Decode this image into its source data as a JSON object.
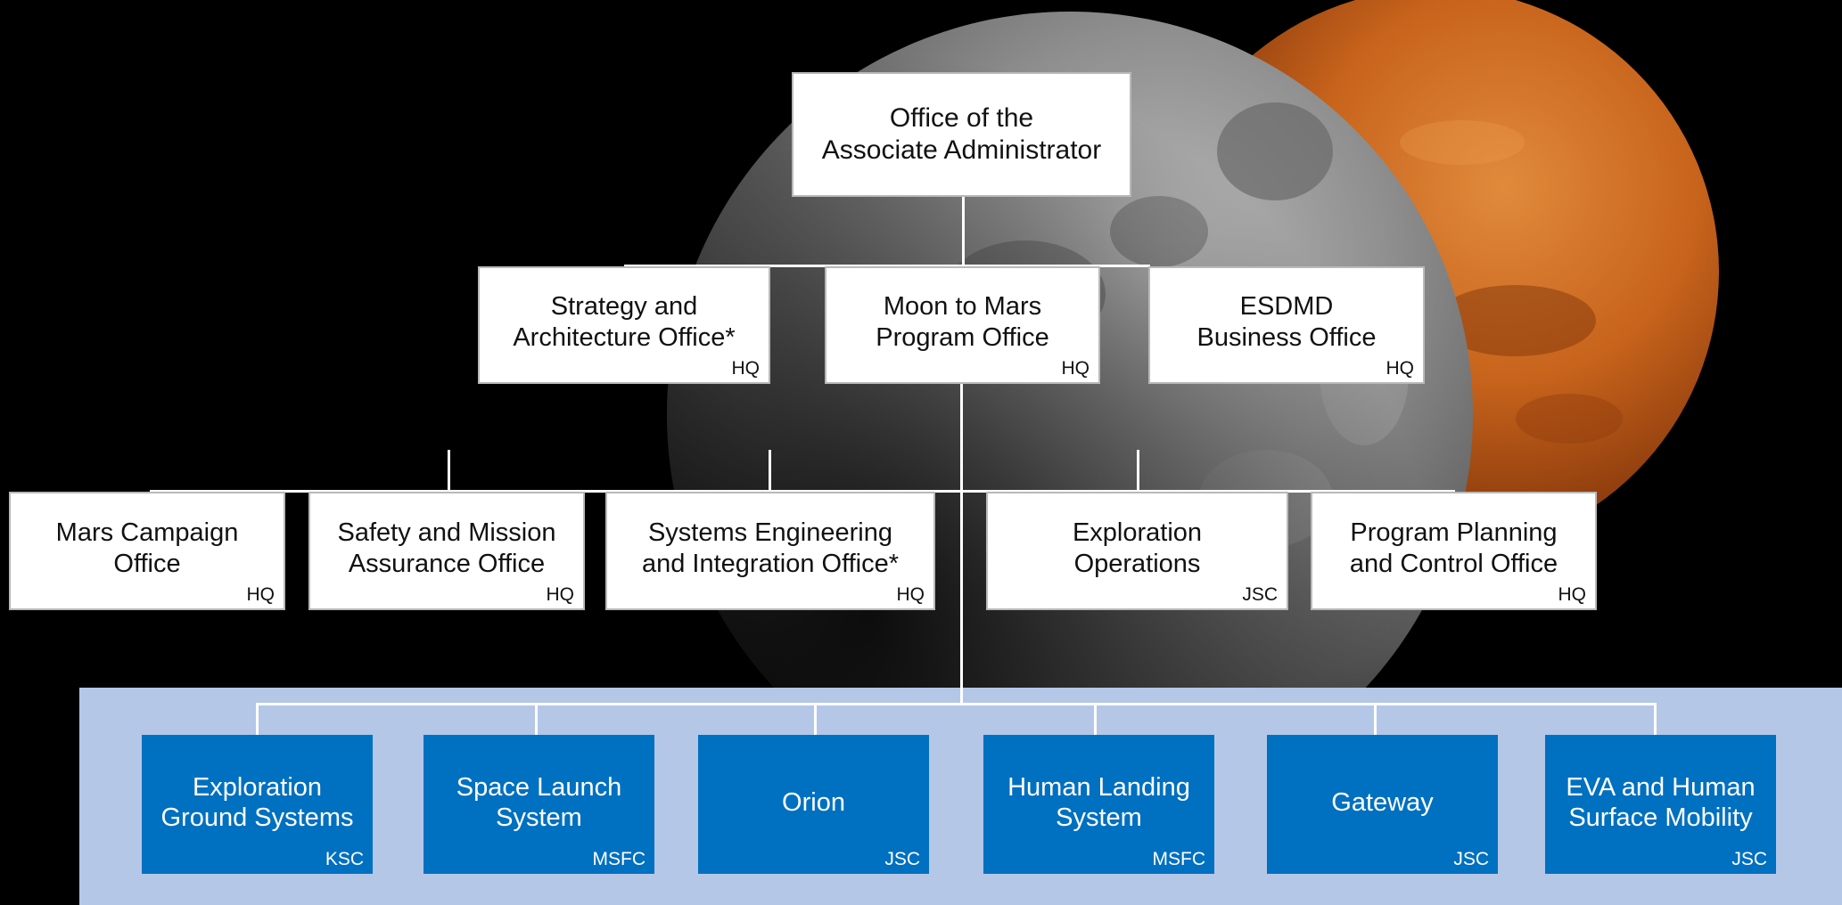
{
  "title_box": {
    "line1": "Office of the",
    "line2": "Associate Administrator"
  },
  "tier2": [
    {
      "line1": "Strategy and",
      "line2": "Architecture Office*",
      "center": "HQ"
    },
    {
      "line1": "Moon to Mars",
      "line2": "Program Office",
      "center": "HQ"
    },
    {
      "line1": "ESDMD",
      "line2": "Business Office",
      "center": "HQ"
    }
  ],
  "tier3": [
    {
      "line1": "Mars Campaign",
      "line2": "Office",
      "center": "HQ"
    },
    {
      "line1": "Safety and Mission",
      "line2": "Assurance Office",
      "center": "HQ"
    },
    {
      "line1": "Systems Engineering",
      "line2": "and Integration Office*",
      "center": "HQ"
    },
    {
      "line1": "Exploration",
      "line2": "Operations",
      "center": "JSC"
    },
    {
      "line1": "Program Planning",
      "line2": "and Control Office",
      "center": "HQ"
    }
  ],
  "programs": [
    {
      "line1": "Exploration",
      "line2": "Ground Systems",
      "center": "KSC"
    },
    {
      "line1": "Space Launch",
      "line2": "System",
      "center": "MSFC"
    },
    {
      "line1": "Orion",
      "line2": "",
      "center": "JSC"
    },
    {
      "line1": "Human Landing",
      "line2": "System",
      "center": "MSFC"
    },
    {
      "line1": "Gateway",
      "line2": "",
      "center": "JSC"
    },
    {
      "line1": "EVA and Human",
      "line2": "Surface Mobility",
      "center": "JSC"
    }
  ],
  "colors": {
    "background": "#000000",
    "panel": "#b4c7e7",
    "program_box": "#0070c0",
    "office_box": "#ffffff",
    "mars": "#c8641c",
    "moon": "#8a8a8a"
  }
}
